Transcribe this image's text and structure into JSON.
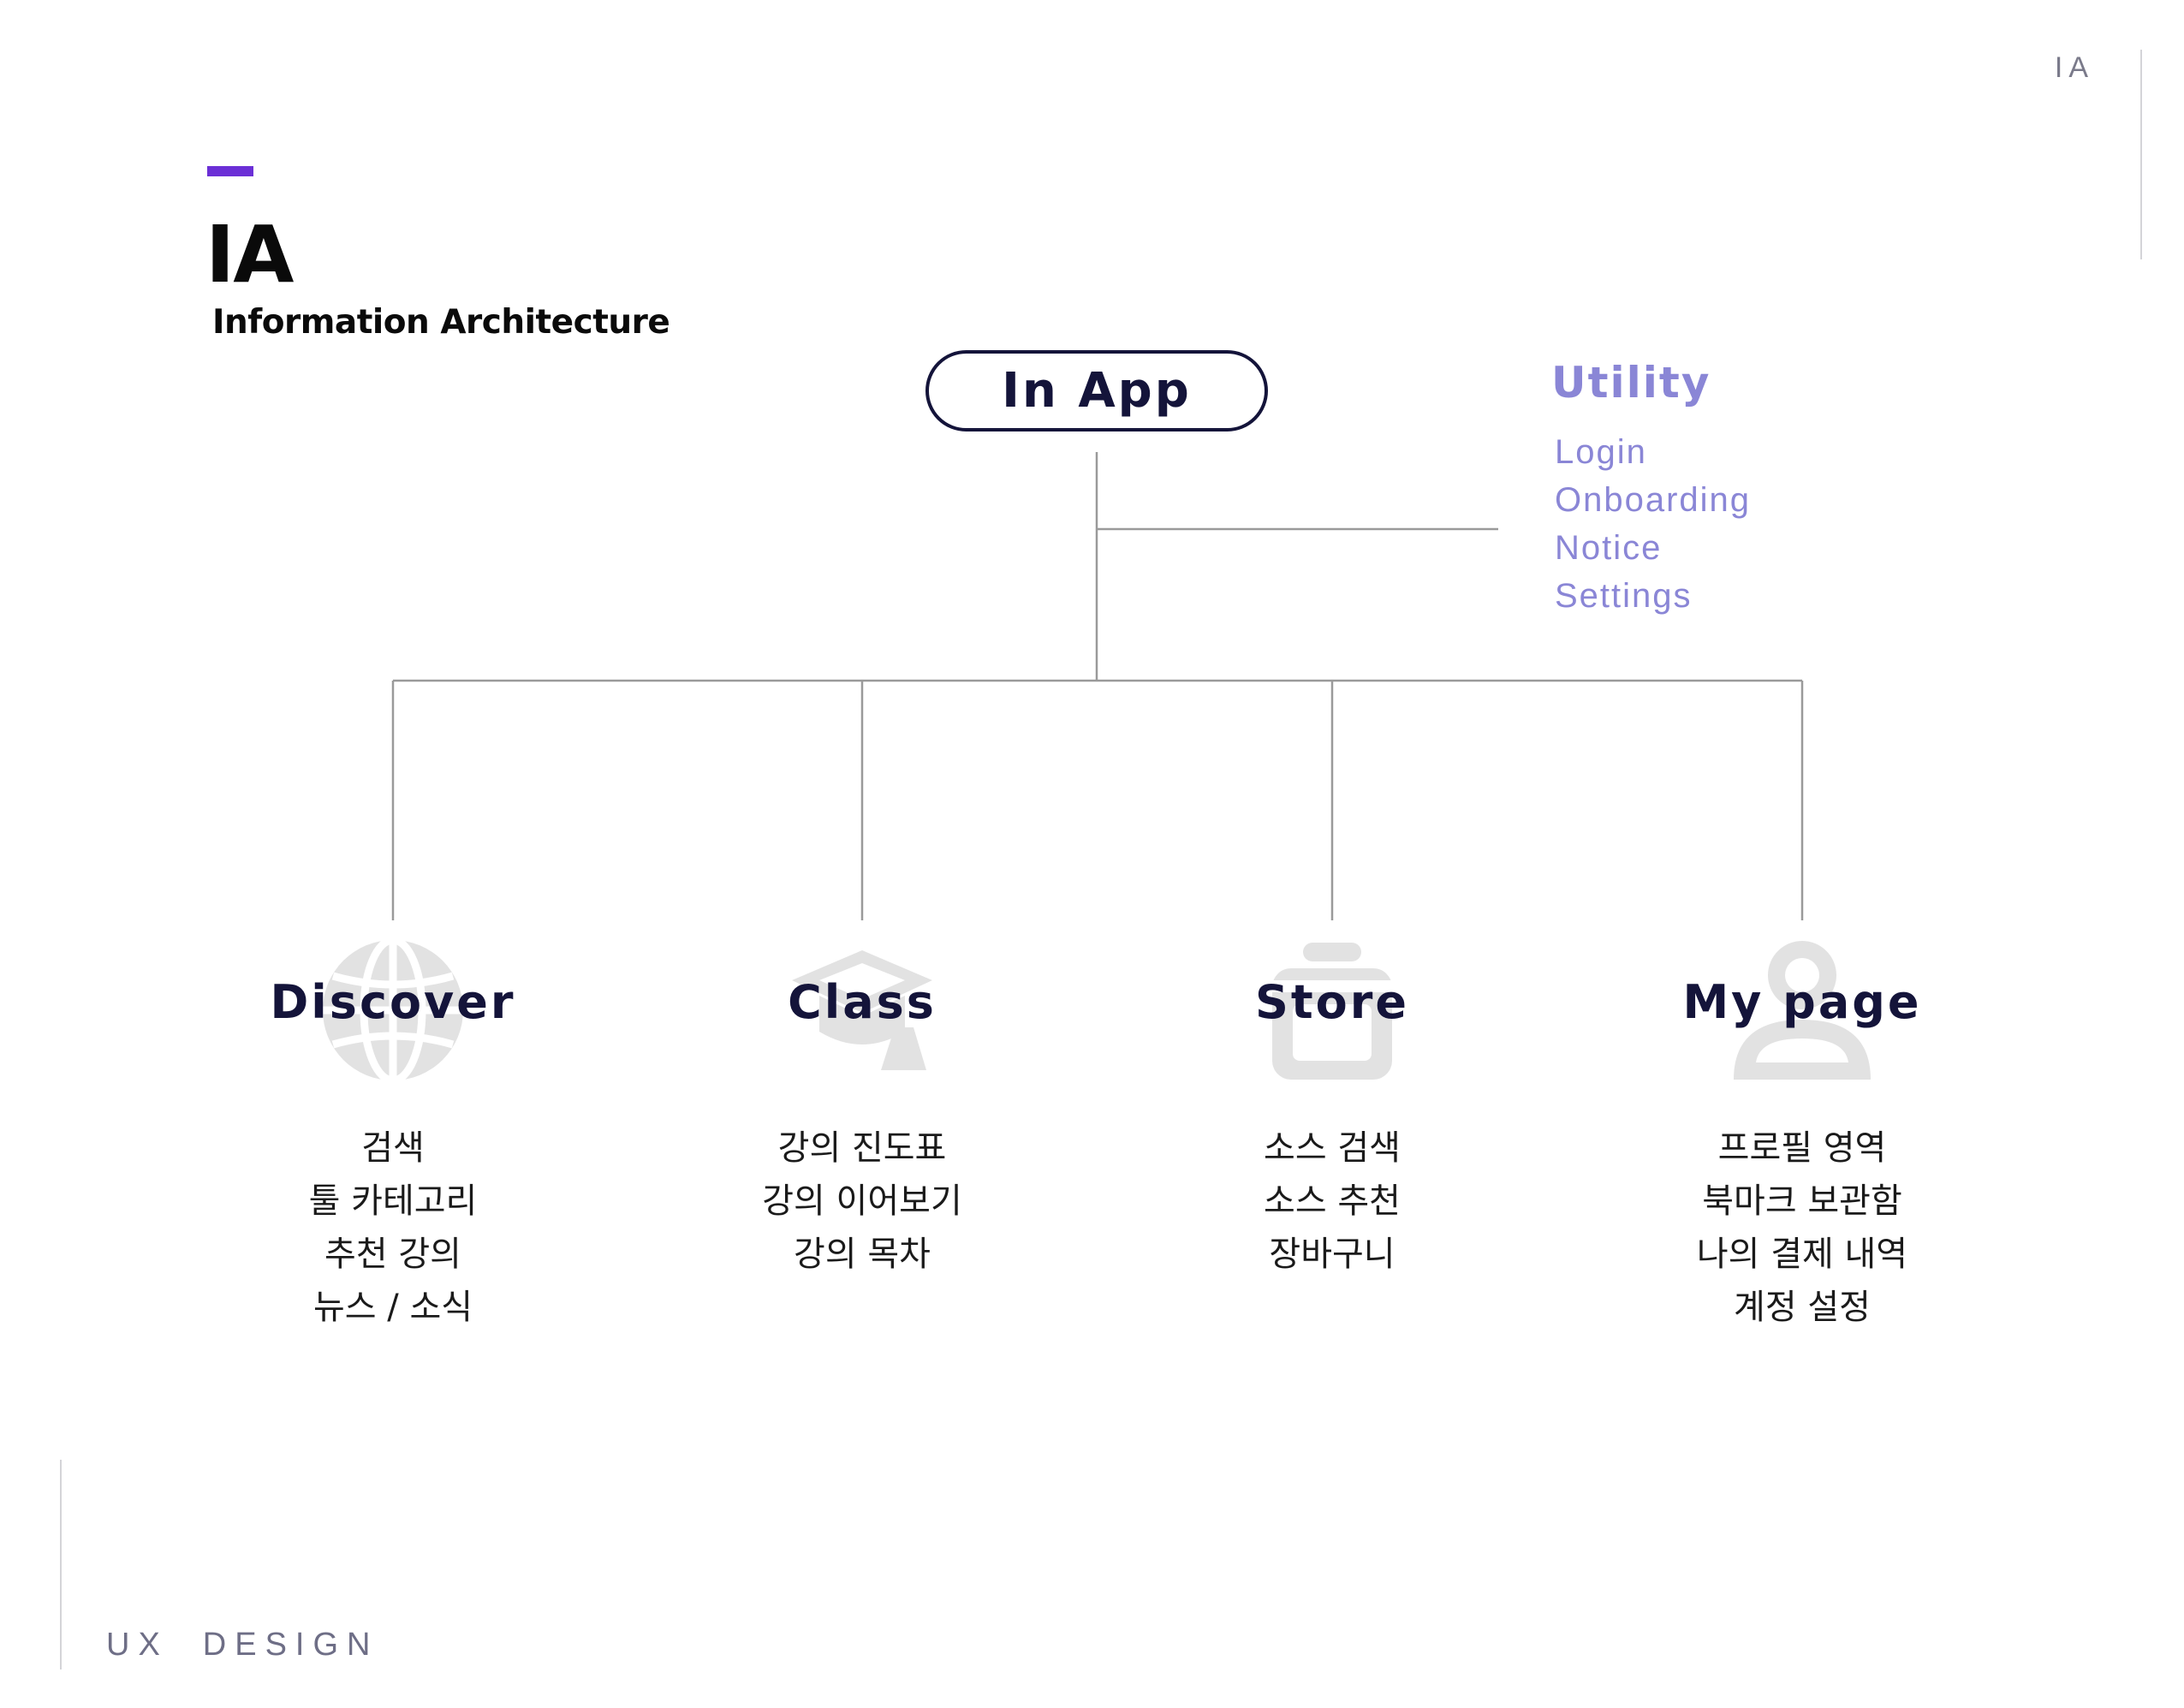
{
  "corner_label": "IA",
  "header": {
    "title": "IA",
    "subtitle": "Information Architecture"
  },
  "root": {
    "label": "In App"
  },
  "utility": {
    "title": "Utility",
    "items": [
      "Login",
      "Onboarding",
      "Notice",
      "Settings"
    ]
  },
  "branches": [
    {
      "title": "Discover",
      "icon": "globe-icon",
      "items": [
        "검색",
        "툴 카테고리",
        "추천 강의",
        "뉴스 / 소식"
      ]
    },
    {
      "title": "Class",
      "icon": "graduation-cap-icon",
      "items": [
        "강의 진도표",
        "강의 이어보기",
        "강의 목차"
      ]
    },
    {
      "title": "Store",
      "icon": "shopping-bag-icon",
      "items": [
        "소스 검색",
        "소스 추천",
        "장바구니"
      ]
    },
    {
      "title": "My page",
      "icon": "person-icon",
      "items": [
        "프로필 영역",
        "북마크 보관함",
        "나의 결제 내역",
        "계정 설정"
      ]
    }
  ],
  "footer": {
    "word1": "UX",
    "word2": "DESIGN"
  },
  "colors": {
    "accent": "#6b2fd6",
    "utility": "#8a86d6",
    "navy": "#14143a",
    "connector": "#9a9a9a",
    "icon_watermark": "#e2e2e2"
  }
}
